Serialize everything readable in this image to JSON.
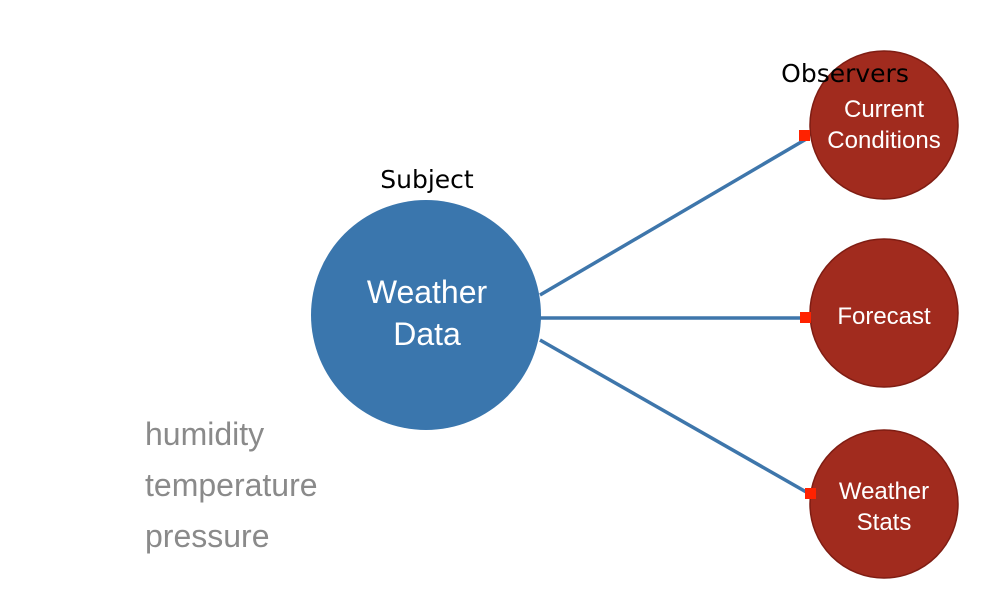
{
  "colors": {
    "subject_fill": "#3a76ad",
    "observer_fill": "#a12b1e",
    "observer_stroke": "#7f1d13",
    "arrow": "#3e76ab",
    "marker": "#ff2200",
    "attribute_text": "#8a8a8a"
  },
  "labels": {
    "subject": "Subject",
    "observers": "Observers"
  },
  "subject": {
    "lines": [
      "Weather",
      "Data"
    ]
  },
  "observers": [
    {
      "lines": [
        "Current",
        "Conditions"
      ]
    },
    {
      "lines": [
        "Forecast"
      ]
    },
    {
      "lines": [
        "Weather",
        "Stats"
      ]
    }
  ],
  "attributes": [
    "humidity",
    "temperature",
    "pressure"
  ]
}
